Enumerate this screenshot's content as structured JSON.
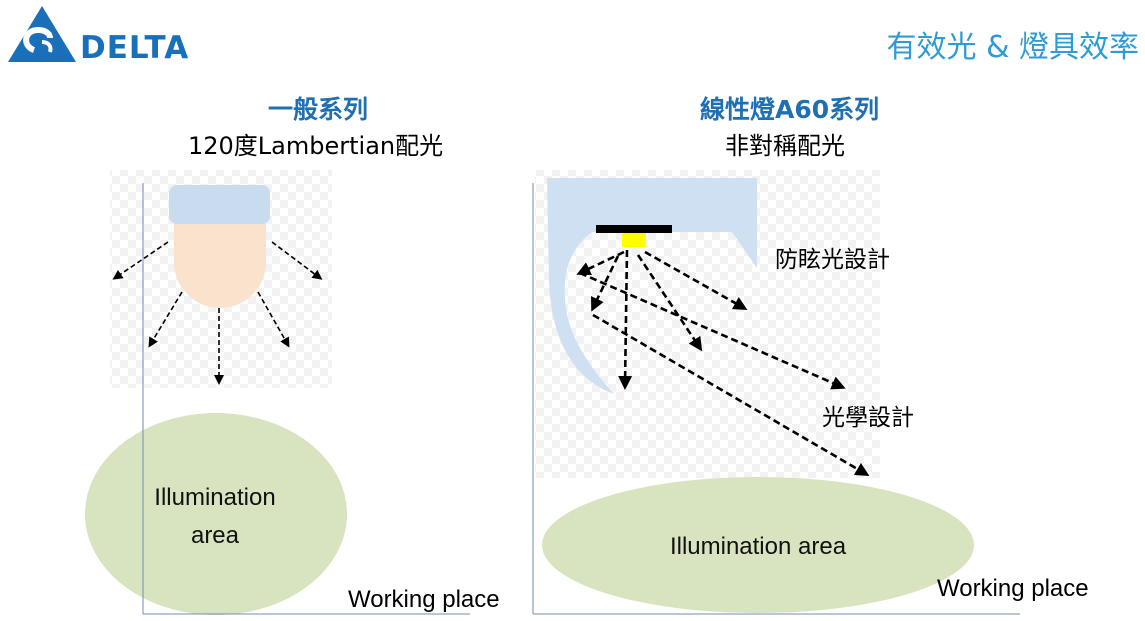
{
  "logo": {
    "text": "DELTA",
    "icon": "delta-triangle-logo",
    "color": "#1a6fba"
  },
  "slide": {
    "title": "有效光 & 燈具效率",
    "title_color": "#2e9bd4"
  },
  "left_panel": {
    "title": "一般系列",
    "subtitle": "120度Lambertian配光",
    "area_label_line1": "Illumination",
    "area_label_line2": "area",
    "working_place": "Working place"
  },
  "right_panel": {
    "title": "線性燈A60系列",
    "subtitle": "非對稱配光",
    "anti_glare_label": "防眩光設計",
    "optical_label": "光學設計",
    "area_label": "Illumination area",
    "working_place": "Working place"
  },
  "colors": {
    "lamp_cap": "#c9dcef",
    "lamp_bulb": "#fbe2cc",
    "illumination_area": "#d8e4bf",
    "reflector": "#cfe0f2",
    "led_chip": "#ffff00",
    "axis_line": "#6f8fb0"
  }
}
